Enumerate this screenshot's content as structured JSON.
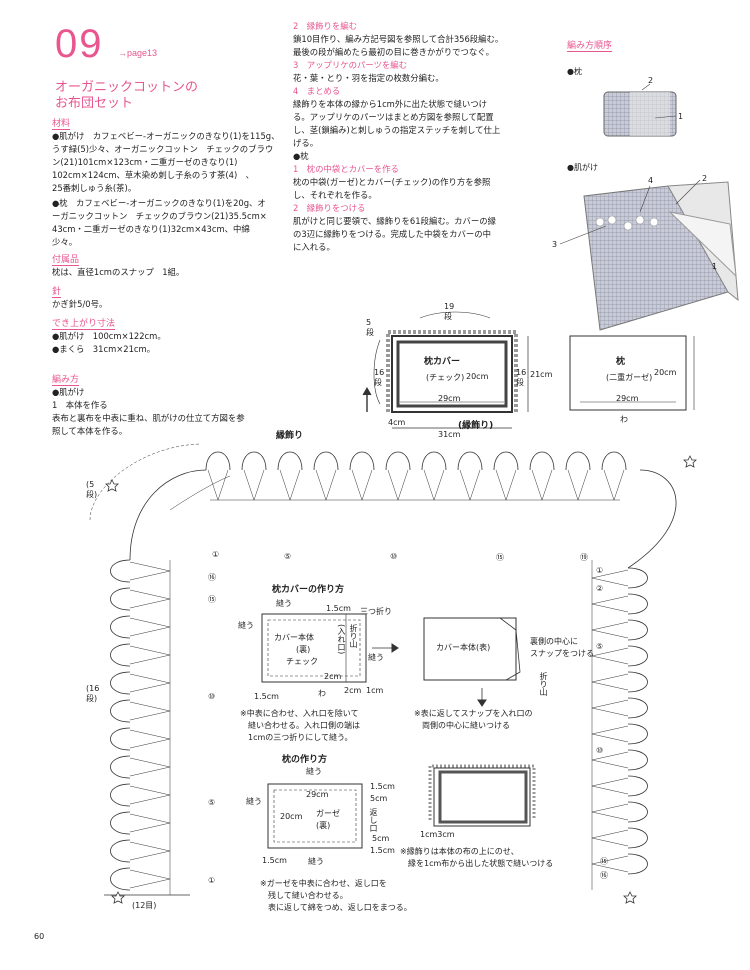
{
  "header": {
    "number": "09",
    "page_ref": "page13",
    "title_line1": "オーガニックコットンの",
    "title_line2": "お布団セット"
  },
  "left": {
    "materials_head": "材料",
    "materials_1": "●肌がけ　カフェベビー-オーガニックのきなり(1)を115g、\nうす緑(5)少々、オーガニックコットン　チェックのブラウ\nン(21)101cm×123cm・二重ガーゼのきなり(1)\n102cm×124cm、草木染め刺し子糸のうす茶(4)　、\n25番刺しゅう糸(茶)。",
    "materials_2": "●枕　カフェベビー-オーガニックのきなり(1)を20g、オ\nーガニックコットン　チェックのブラウン(21)35.5cm×\n43cm・二重ガーゼのきなり(1)32cm×43cm、中綿\n少々。",
    "parts_head": "付属品",
    "parts": "枕は、直径1cmのスナップ　1組。",
    "needle_head": "針",
    "needle": "かぎ針5/0号。",
    "size_head": "でき上がり寸法",
    "size": "●肌がけ　100cm×122cm。\n●まくら　31cm×21cm。",
    "method_head": "編み方",
    "method": "●肌がけ\n1　本体を作る\n表布と裏布を中表に重ね、肌がけの仕立て方図を参\n照して本体を作る。"
  },
  "center": {
    "s2_head": "2　縁飾りを編む",
    "s2_text": "鎖10目作り、編み方記号図を参照して合計356段編む。\n最後の段が編めたら最初の目に巻きかがりでつなぐ。",
    "s3_head": "3　アップリケのパーツを編む",
    "s3_text": "花・葉・とり・羽を指定の枚数分編む。",
    "s4_head": "4　まとめる",
    "s4_text": "縁飾りを本体の縁から1cm外に出た状態で縫いつけ\nる。アップリケのパーツはまとめ方図を参照して配置\nし、茎(鎖編み)と刺しゅうの指定ステッチを刺して仕上\nげる。",
    "pillow_head": "●枕",
    "p1_head": "1　枕の中袋とカバーを作る",
    "p1_text": "枕の中袋(ガーゼ)とカバー(チェック)の作り方を参照\nし、それぞれを作る。",
    "p2_head": "2　縁飾りをつける",
    "p2_text": "肌がけと同じ要領で、縁飾りを61段編む。カバーの縁\nの3辺に縁飾りをつける。完成した中袋をカバーの中\nに入れる。"
  },
  "right": {
    "order_head": "編み方順序",
    "pillow_label": "●枕",
    "blanket_label": "●肌がけ",
    "n1": "1",
    "n2": "2",
    "n3": "3",
    "n4": "4"
  },
  "pillow_cover_diagram": {
    "title": "枕カバー",
    "sub": "(チェック)",
    "w20": "20cm",
    "h21": "21cm",
    "w29": "29cm",
    "w31": "31cm",
    "w4": "4cm",
    "edge": "(縁飾り)",
    "d19": "19",
    "dan": "段",
    "d5": "5",
    "d16": "16"
  },
  "pillow_diagram": {
    "title": "枕",
    "sub": "(二重ガーゼ)",
    "w20": "20cm",
    "w29": "29cm",
    "wa": "わ"
  },
  "edging": {
    "title": "縁飾り",
    "d5": "(5",
    "dan": "段)",
    "d16": "(16",
    "m1": "①",
    "m2": "②",
    "m5": "⑤",
    "m10": "⑩",
    "m15": "⑮",
    "m16": "⑯",
    "m19": "⑲",
    "rows12": "(12目)"
  },
  "cover_howto": {
    "title": "枕カバーの作り方",
    "nuu": "縫う",
    "c15": "1.5cm",
    "mitsu": "三つ折り",
    "body": "カバー本体",
    "ura": "(裏)",
    "check": "チェック",
    "ori": "折り山",
    "iri": "(入れ口)",
    "c2": "2cm",
    "c1": "1cm",
    "wa": "わ",
    "note": "※中表に合わせ、入れ口を除いて\n　縫い合わせる。入れ口側の端は\n　1cmの三つ折りにして縫う。",
    "body_omote": "カバー本体(表)",
    "snap": "裏側の中心に\nスナップをつける",
    "note2": "※表に返してスナップを入れ口の\n　両側の中心に縫いつける",
    "c1c3": "1cm3cm",
    "note3": "※縁飾りは本体の布の上にのせ、\n　縁を1cm布から出した状態で縫いつける"
  },
  "pillow_howto": {
    "title": "枕の作り方",
    "nuu": "縫う",
    "c29": "29cm",
    "c15": "1.5cm",
    "c5": "5cm",
    "c20": "20cm",
    "gauze": "ガーゼ",
    "ura": "(裏)",
    "kaeshi": "返し口",
    "note": "※ガーゼを中表に合わせ、返し口を\n　残して縫い合わせる。\n　表に返して綿をつめ、返し口をまつる。"
  },
  "footer": {
    "page": "60"
  },
  "colors": {
    "accent": "#e8568f",
    "line": "#333333"
  }
}
